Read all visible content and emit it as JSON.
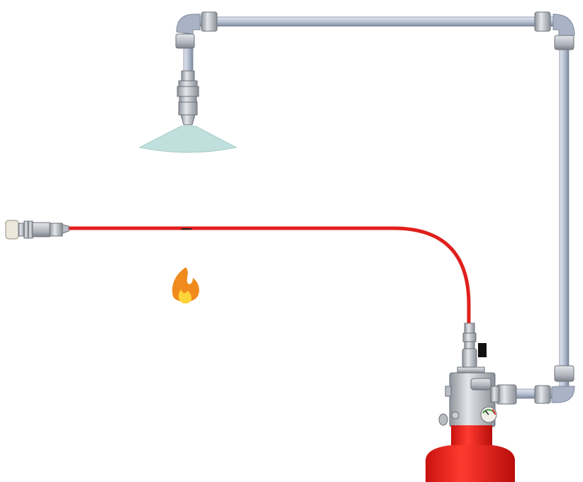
{
  "colors": {
    "background": "#ffffff",
    "pipe": "#b9c3d6",
    "pipe_dark": "#8a94a8",
    "fitting": "#a9aeb6",
    "detection_tube": "#e0201c",
    "cylinder": "#e5231f",
    "spray": "#bfe0dc",
    "flame_outer": "#f08a1c",
    "flame_inner": "#ffd43a"
  },
  "icons": [
    "spray-nozzle",
    "flame-icon",
    "pressure-gauge",
    "valve-handle",
    "end-of-line-sensor"
  ]
}
